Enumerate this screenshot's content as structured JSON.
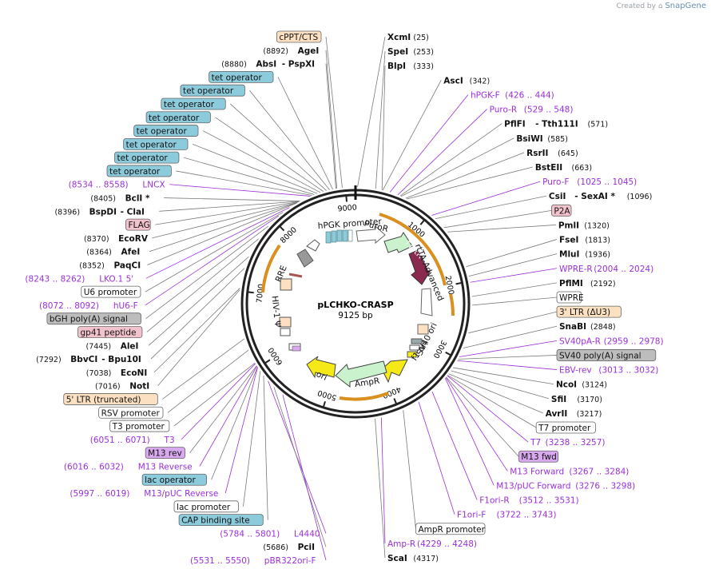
{
  "credit": {
    "prefix": "Created by",
    "brand": "SnapGene"
  },
  "plasmid": {
    "name": "pLCHKO-CRASP",
    "size": "9125 bp",
    "length": 9125
  },
  "colors": {
    "enzyme": "#000000",
    "primer": "#9b30d9",
    "feature_blue": "#8ccbdc",
    "feature_orange": "#fbe1c2",
    "feature_pink": "#f3c3cd",
    "feature_gray": "#bdbdbd",
    "feature_violet": "#d9a9ef",
    "arrow_orange": "#d9901f",
    "rtetr": "#8a2a4e",
    "ampr": "#c9f2cd",
    "ori": "#f5ea17"
  },
  "ticks": [
    {
      "pos": 1000,
      "label": "1000"
    },
    {
      "pos": 2000,
      "label": "2000"
    },
    {
      "pos": 3000,
      "label": "3000"
    },
    {
      "pos": 4000,
      "label": "4000"
    },
    {
      "pos": 5000,
      "label": "5000"
    },
    {
      "pos": 6000,
      "label": "6000"
    },
    {
      "pos": 7000,
      "label": "7000"
    },
    {
      "pos": 8000,
      "label": "8000"
    },
    {
      "pos": 9000,
      "label": "9000"
    }
  ],
  "inner_labels": [
    {
      "text": "hPGK promoter",
      "pos": 9020
    },
    {
      "text": "PuroR",
      "pos": 380
    },
    {
      "text": "rTetR",
      "pos": 1200
    },
    {
      "text": "rtTA-Advanced",
      "pos": 1700
    },
    {
      "text": "SV40 ori",
      "pos": 2950
    },
    {
      "text": "f1 ori",
      "pos": 3200
    },
    {
      "text": "AmpR",
      "pos": 4350
    },
    {
      "text": "ori",
      "pos": 5200
    },
    {
      "text": "HIV-1 Ψ",
      "pos": 6700
    },
    {
      "text": "RRE",
      "pos": 7400
    }
  ],
  "right_labels": [
    {
      "seg": [
        {
          "t": "XcmI",
          "k": "b"
        },
        {
          "t": "(25)",
          "k": "n"
        }
      ],
      "pos": 25
    },
    {
      "seg": [
        {
          "t": "SpeI",
          "k": "b"
        },
        {
          "t": "(253)",
          "k": "n"
        }
      ],
      "pos": 253
    },
    {
      "seg": [
        {
          "t": "BlpI",
          "k": "b"
        },
        {
          "t": "(333)",
          "k": "n"
        }
      ],
      "pos": 333
    },
    {
      "seg": [
        {
          "t": "AscI",
          "k": "b"
        },
        {
          "t": "(342)",
          "k": "n"
        }
      ],
      "pos": 342
    },
    {
      "seg": [
        {
          "t": "hPGK-F",
          "k": "p"
        },
        {
          "t": "(426 .. 444)",
          "k": "p"
        }
      ],
      "pos": 435
    },
    {
      "seg": [
        {
          "t": "Puro-R",
          "k": "p"
        },
        {
          "t": "(529 .. 548)",
          "k": "p"
        }
      ],
      "pos": 538
    },
    {
      "seg": [
        {
          "t": "PflFI",
          "k": "b"
        },
        {
          "t": "- Tth111I",
          "k": "b"
        },
        {
          "t": "(571)",
          "k": "n"
        }
      ],
      "pos": 571
    },
    {
      "seg": [
        {
          "t": "BsiWI",
          "k": "b"
        },
        {
          "t": "(585)",
          "k": "n"
        }
      ],
      "pos": 585
    },
    {
      "seg": [
        {
          "t": "RsrII",
          "k": "b"
        },
        {
          "t": "(645)",
          "k": "n"
        }
      ],
      "pos": 645
    },
    {
      "seg": [
        {
          "t": "BstEII",
          "k": "b"
        },
        {
          "t": "(663)",
          "k": "n"
        }
      ],
      "pos": 663
    },
    {
      "seg": [
        {
          "t": "Puro-F",
          "k": "p"
        },
        {
          "t": "(1025 .. 1045)",
          "k": "p"
        }
      ],
      "pos": 1035
    },
    {
      "seg": [
        {
          "t": "CsiI",
          "k": "b"
        },
        {
          "t": "- SexAI *",
          "k": "b"
        },
        {
          "t": "(1096)",
          "k": "n"
        }
      ],
      "pos": 1096
    },
    {
      "seg": [
        {
          "t": "P2A",
          "k": "pink"
        }
      ],
      "pos": 1250
    },
    {
      "seg": [
        {
          "t": "PmlI",
          "k": "b"
        },
        {
          "t": "(1320)",
          "k": "n"
        }
      ],
      "pos": 1320
    },
    {
      "seg": [
        {
          "t": "FseI",
          "k": "b"
        },
        {
          "t": "(1813)",
          "k": "n"
        }
      ],
      "pos": 1813
    },
    {
      "seg": [
        {
          "t": "MluI",
          "k": "b"
        },
        {
          "t": "(1936)",
          "k": "n"
        }
      ],
      "pos": 1936
    },
    {
      "seg": [
        {
          "t": "WPRE-R",
          "k": "p"
        },
        {
          "t": "(2004 .. 2024)",
          "k": "p"
        }
      ],
      "pos": 2014
    },
    {
      "seg": [
        {
          "t": "PflMI",
          "k": "b"
        },
        {
          "t": "(2192)",
          "k": "n"
        }
      ],
      "pos": 2192
    },
    {
      "seg": [
        {
          "t": "WPRE",
          "k": "white"
        }
      ],
      "pos": 2300
    },
    {
      "seg": [
        {
          "t": "3' LTR (ΔU3)",
          "k": "orange"
        }
      ],
      "pos": 2650
    },
    {
      "seg": [
        {
          "t": "SnaBI",
          "k": "b"
        },
        {
          "t": "(2848)",
          "k": "n"
        }
      ],
      "pos": 2848
    },
    {
      "seg": [
        {
          "t": "SV40pA-R",
          "k": "p"
        },
        {
          "t": "(2959 .. 2978)",
          "k": "p"
        }
      ],
      "pos": 2968
    },
    {
      "seg": [
        {
          "t": "SV40 poly(A) signal",
          "k": "gray"
        }
      ],
      "pos": 3000
    },
    {
      "seg": [
        {
          "t": "EBV-rev",
          "k": "p"
        },
        {
          "t": "(3013 .. 3032)",
          "k": "p"
        }
      ],
      "pos": 3022
    },
    {
      "seg": [
        {
          "t": "NcoI",
          "k": "b"
        },
        {
          "t": "(3124)",
          "k": "n"
        }
      ],
      "pos": 3124
    },
    {
      "seg": [
        {
          "t": "SfiI",
          "k": "b"
        },
        {
          "t": "(3170)",
          "k": "n"
        }
      ],
      "pos": 3170
    },
    {
      "seg": [
        {
          "t": "AvrII",
          "k": "b"
        },
        {
          "t": "(3217)",
          "k": "n"
        }
      ],
      "pos": 3217
    },
    {
      "seg": [
        {
          "t": "T7 promoter",
          "k": "white"
        }
      ],
      "pos": 3240
    },
    {
      "seg": [
        {
          "t": "T7",
          "k": "p"
        },
        {
          "t": "(3238 .. 3257)",
          "k": "p"
        }
      ],
      "pos": 3247
    },
    {
      "seg": [
        {
          "t": "M13 fwd",
          "k": "violet"
        }
      ],
      "pos": 3270
    },
    {
      "seg": [
        {
          "t": "M13 Forward",
          "k": "p"
        },
        {
          "t": "(3267 .. 3284)",
          "k": "p"
        }
      ],
      "pos": 3275
    },
    {
      "seg": [
        {
          "t": "M13/pUC Forward",
          "k": "p"
        },
        {
          "t": "(3276 .. 3298)",
          "k": "p"
        }
      ],
      "pos": 3287
    },
    {
      "seg": [
        {
          "t": "F1ori-R",
          "k": "p"
        },
        {
          "t": "(3512 .. 3531)",
          "k": "p"
        }
      ],
      "pos": 3521
    },
    {
      "seg": [
        {
          "t": "F1ori-F",
          "k": "p"
        },
        {
          "t": "(3722 .. 3743)",
          "k": "p"
        }
      ],
      "pos": 3732
    },
    {
      "seg": [
        {
          "t": "AmpR promoter",
          "k": "white"
        }
      ],
      "pos": 3950
    },
    {
      "seg": [
        {
          "t": "Amp-R",
          "k": "p"
        },
        {
          "t": "(4229 .. 4248)",
          "k": "p"
        }
      ],
      "pos": 4238
    },
    {
      "seg": [
        {
          "t": "ScaI",
          "k": "b"
        },
        {
          "t": "(4317)",
          "k": "n"
        }
      ],
      "pos": 4317
    }
  ],
  "left_labels": [
    {
      "seg": [
        {
          "t": "cPPT/CTS",
          "k": "orange"
        }
      ],
      "pos": 8960
    },
    {
      "seg": [
        {
          "t": "(8892)",
          "k": "n"
        },
        {
          "t": "AgeI",
          "k": "b"
        }
      ],
      "pos": 8892
    },
    {
      "seg": [
        {
          "t": "(8880)",
          "k": "n"
        },
        {
          "t": "AbsI",
          "k": "b"
        },
        {
          "t": "- PspXI",
          "k": "b"
        }
      ],
      "pos": 8880
    },
    {
      "seg": [
        {
          "t": "tet operator",
          "k": "blue"
        }
      ],
      "pos": 8840
    },
    {
      "seg": [
        {
          "t": "tet operator",
          "k": "blue"
        }
      ],
      "pos": 8800
    },
    {
      "seg": [
        {
          "t": "tet operator",
          "k": "blue"
        }
      ],
      "pos": 8760
    },
    {
      "seg": [
        {
          "t": "tet operator",
          "k": "blue"
        }
      ],
      "pos": 8720
    },
    {
      "seg": [
        {
          "t": "tet operator",
          "k": "blue"
        }
      ],
      "pos": 8680
    },
    {
      "seg": [
        {
          "t": "tet operator",
          "k": "blue"
        }
      ],
      "pos": 8640
    },
    {
      "seg": [
        {
          "t": "tet operator",
          "k": "blue"
        }
      ],
      "pos": 8600
    },
    {
      "seg": [
        {
          "t": "tet operator",
          "k": "blue"
        }
      ],
      "pos": 8570
    },
    {
      "seg": [
        {
          "t": "(8534 .. 8558)",
          "k": "p"
        },
        {
          "t": "LNCX",
          "k": "p"
        }
      ],
      "pos": 8546
    },
    {
      "seg": [
        {
          "t": "(8405)",
          "k": "n"
        },
        {
          "t": "BclI *",
          "k": "b"
        }
      ],
      "pos": 8405
    },
    {
      "seg": [
        {
          "t": "(8396)",
          "k": "n"
        },
        {
          "t": "BspDI",
          "k": "b"
        },
        {
          "t": "- ClaI",
          "k": "b"
        }
      ],
      "pos": 8396
    },
    {
      "seg": [
        {
          "t": "FLAG",
          "k": "pink"
        }
      ],
      "pos": 8385
    },
    {
      "seg": [
        {
          "t": "(8370)",
          "k": "n"
        },
        {
          "t": "EcoRV",
          "k": "b"
        }
      ],
      "pos": 8370
    },
    {
      "seg": [
        {
          "t": "(8364)",
          "k": "n"
        },
        {
          "t": "AfeI",
          "k": "b"
        }
      ],
      "pos": 8364
    },
    {
      "seg": [
        {
          "t": "(8352)",
          "k": "n"
        },
        {
          "t": "PaqCI",
          "k": "b"
        }
      ],
      "pos": 8352
    },
    {
      "seg": [
        {
          "t": "(8243 .. 8262)",
          "k": "p"
        },
        {
          "t": "LKO.1 5'",
          "k": "p"
        }
      ],
      "pos": 8252
    },
    {
      "seg": [
        {
          "t": "U6 promoter",
          "k": "white"
        }
      ],
      "pos": 8150
    },
    {
      "seg": [
        {
          "t": "(8072 .. 8092)",
          "k": "p"
        },
        {
          "t": "hU6-F",
          "k": "p"
        }
      ],
      "pos": 8082
    },
    {
      "seg": [
        {
          "t": "bGH poly(A) signal",
          "k": "gray"
        }
      ],
      "pos": 7900
    },
    {
      "seg": [
        {
          "t": "gp41 peptide",
          "k": "pink"
        }
      ],
      "pos": 7700
    },
    {
      "seg": [
        {
          "t": "(7445)",
          "k": "n"
        },
        {
          "t": "AleI",
          "k": "b"
        }
      ],
      "pos": 7445
    },
    {
      "seg": [
        {
          "t": "(7292)",
          "k": "n"
        },
        {
          "t": "BbvCI",
          "k": "b"
        },
        {
          "t": "- Bpu10I",
          "k": "b"
        }
      ],
      "pos": 7292
    },
    {
      "seg": [
        {
          "t": "(7038)",
          "k": "n"
        },
        {
          "t": "EcoNI",
          "k": "b"
        }
      ],
      "pos": 7038
    },
    {
      "seg": [
        {
          "t": "(7016)",
          "k": "n"
        },
        {
          "t": "NotI",
          "k": "b"
        }
      ],
      "pos": 7016
    },
    {
      "seg": [
        {
          "t": "5' LTR (truncated)",
          "k": "orange"
        }
      ],
      "pos": 6400
    },
    {
      "seg": [
        {
          "t": "RSV promoter",
          "k": "white"
        }
      ],
      "pos": 6250
    },
    {
      "seg": [
        {
          "t": "T3 promoter",
          "k": "white"
        }
      ],
      "pos": 6070
    },
    {
      "seg": [
        {
          "t": "(6051 .. 6071)",
          "k": "p"
        },
        {
          "t": "T3",
          "k": "p"
        }
      ],
      "pos": 6061
    },
    {
      "seg": [
        {
          "t": "M13 rev",
          "k": "violet"
        }
      ],
      "pos": 6030
    },
    {
      "seg": [
        {
          "t": "(6016 .. 6032)",
          "k": "p"
        },
        {
          "t": "M13 Reverse",
          "k": "p"
        }
      ],
      "pos": 6024
    },
    {
      "seg": [
        {
          "t": "lac operator",
          "k": "blue"
        }
      ],
      "pos": 6010
    },
    {
      "seg": [
        {
          "t": "(5997 .. 6019)",
          "k": "p"
        },
        {
          "t": "M13/pUC Reverse",
          "k": "p"
        }
      ],
      "pos": 6008
    },
    {
      "seg": [
        {
          "t": "lac promoter",
          "k": "white"
        }
      ],
      "pos": 5950
    },
    {
      "seg": [
        {
          "t": "CAP binding site",
          "k": "blue"
        }
      ],
      "pos": 5880
    },
    {
      "seg": [
        {
          "t": "(5784 .. 5801)",
          "k": "p"
        },
        {
          "t": "L4440",
          "k": "p"
        }
      ],
      "pos": 5792
    },
    {
      "seg": [
        {
          "t": "(5686)",
          "k": "n"
        },
        {
          "t": "PciI",
          "k": "b"
        }
      ],
      "pos": 5686
    },
    {
      "seg": [
        {
          "t": "(5531 .. 5550)",
          "k": "p"
        },
        {
          "t": "pBR322ori-F",
          "k": "p"
        }
      ],
      "pos": 5540
    }
  ]
}
